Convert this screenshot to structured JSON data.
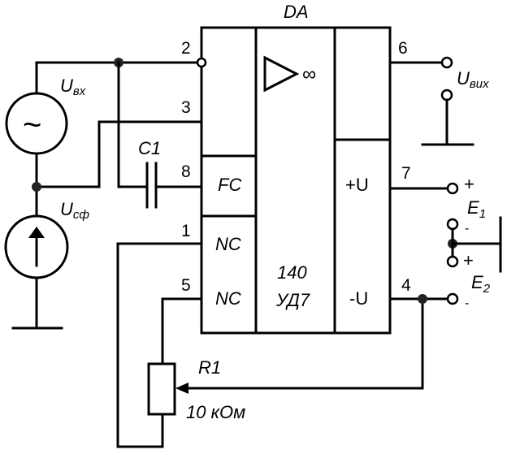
{
  "chip": {
    "name": "DA",
    "model_line1": "140",
    "model_line2": "УД7",
    "gain_symbol": "∞",
    "pin_labels": {
      "fc": "FC",
      "nc1": "NC",
      "nc5": "NC",
      "plus_u": "+U",
      "minus_u": "-U"
    }
  },
  "pins": {
    "p2": "2",
    "p3": "3",
    "p8": "8",
    "p1": "1",
    "p5": "5",
    "p6": "6",
    "p7": "7",
    "p4": "4"
  },
  "sources": {
    "input_main": "U",
    "input_sub": "вх",
    "common_main": "U",
    "common_sub": "сф",
    "input_symbol": "~"
  },
  "output": {
    "main": "U",
    "sub": "вих"
  },
  "capacitor": {
    "label": "C1"
  },
  "resistor": {
    "label": "R1",
    "value": "10 кОм"
  },
  "supply": {
    "e1_main": "E",
    "e1_sub": "1",
    "e2_main": "E",
    "e2_sub": "2",
    "plus": "+",
    "minus": "-"
  }
}
